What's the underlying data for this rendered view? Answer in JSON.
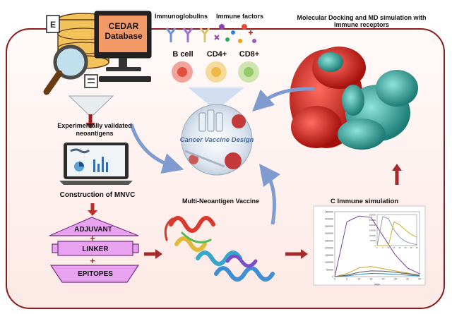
{
  "database": {
    "line1": "CEDAR",
    "line2": "Database"
  },
  "validated": {
    "line1": "Experimentally  validated",
    "line2": "neoantigens"
  },
  "construction_label": "Construction of MNVC",
  "construct": {
    "adjuvant": "ADJUVANT",
    "linker": "LINKER",
    "epitopes": "EPITOPES",
    "plus": "+"
  },
  "immune": {
    "immunoglobulins": "Immunoglobulins",
    "immune_factors": "Immune factors",
    "b_cell": "B cell",
    "cd4": "CD4+",
    "cd8": "CD8+"
  },
  "center_label": "Cancer Vaccine Design",
  "docking": {
    "line1": "Molecular Docking  and MD simulation with",
    "line2": "Immune receptors"
  },
  "multi_neoantigen": "Multi-Neoantigen Vaccine",
  "c_immune": "C Immune simulation",
  "colors": {
    "frame": "#8b1a1a",
    "arrow_blue": "#7f9bd0",
    "arrow_red": "#b8312a",
    "protein_red": "#d42a22",
    "protein_cyan": "#3aa7a0"
  },
  "chart_data": {
    "type": "line",
    "x": [
      0,
      5,
      10,
      15,
      20,
      25,
      30,
      35
    ],
    "ylim": [
      0,
      450000
    ],
    "xlim": [
      0,
      35
    ],
    "yticks": [
      "450000",
      "400000",
      "350000",
      "300000",
      "250000",
      "200000",
      "150000",
      "100000",
      "50000",
      "0"
    ],
    "xticks": [
      "0",
      "5",
      "10",
      "15",
      "20",
      "25",
      "30",
      "35"
    ],
    "xlabel": "days",
    "series": [
      {
        "values": [
          0,
          380000,
          420000,
          410000,
          280000,
          150000,
          60000,
          20000
        ]
      },
      {
        "values": [
          0,
          20000,
          60000,
          70000,
          55000,
          40000,
          25000,
          10000
        ]
      },
      {
        "values": [
          0,
          10000,
          30000,
          40000,
          38000,
          30000,
          20000,
          8000
        ]
      },
      {
        "values": [
          0,
          5000,
          15000,
          22000,
          20000,
          15000,
          10000,
          5000
        ]
      }
    ],
    "inset": {
      "xlim": [
        0,
        35
      ],
      "ylim": [
        0,
        300000
      ],
      "xticks": [
        "0",
        "5",
        "10",
        "15",
        "20",
        "25",
        "30",
        "35"
      ],
      "yticks": [
        "300000",
        "250000",
        "200000",
        "150000",
        "100000",
        "50000",
        "0"
      ],
      "series": [
        {
          "values": [
            0,
            280000,
            260000,
            150000,
            80000,
            40000,
            20000,
            10000
          ]
        },
        {
          "values": [
            0,
            0,
            0,
            230000,
            200000,
            150000,
            110000,
            80000
          ]
        }
      ]
    }
  }
}
